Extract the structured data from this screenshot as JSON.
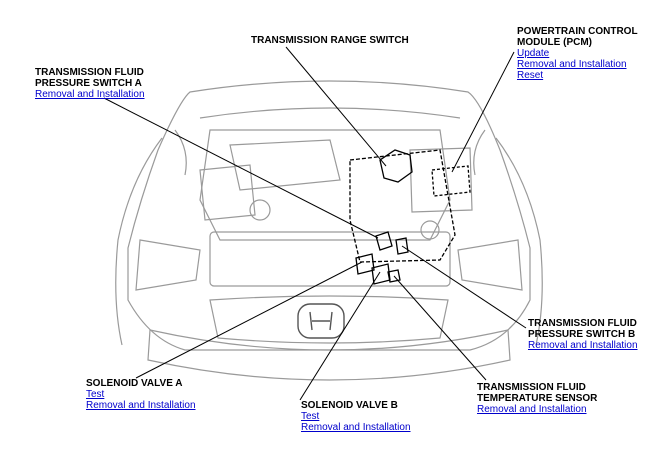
{
  "callouts": {
    "range_switch": {
      "title": "TRANSMISSION RANGE SWITCH"
    },
    "pcm": {
      "title_1": "POWERTRAIN CONTROL",
      "title_2": "MODULE (PCM)",
      "link_1": "Update",
      "link_2": "Removal and Installation",
      "link_3": "Reset"
    },
    "pressure_switch_a": {
      "title_1": "TRANSMISSION FLUID",
      "title_2": "PRESSURE SWITCH A",
      "link_1": "Removal and Installation"
    },
    "pressure_switch_b": {
      "title_1": "TRANSMISSION FLUID",
      "title_2": "PRESSURE SWITCH B",
      "link_1": "Removal and Installation"
    },
    "solenoid_a": {
      "title": "SOLENOID VALVE A",
      "link_1": "Test",
      "link_2": "Removal and Installation"
    },
    "solenoid_b": {
      "title": "SOLENOID VALVE B",
      "link_1": "Test",
      "link_2": "Removal and Installation"
    },
    "temp_sensor": {
      "title_1": "TRANSMISSION FLUID",
      "title_2": "TEMPERATURE SENSOR",
      "link_1": "Removal and Installation"
    }
  },
  "colors": {
    "link": "#0000cc",
    "line": "#000000",
    "drawing": "#9a9a9a"
  },
  "icons": {
    "emblem": "honda-emblem-icon"
  }
}
